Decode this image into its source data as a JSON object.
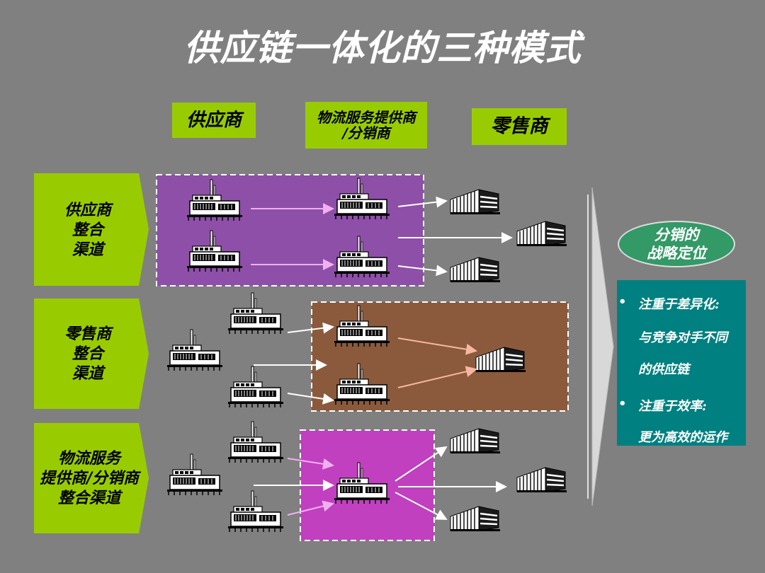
{
  "title": "供应链一体化的三种模式",
  "columns": {
    "supplier": "供应商",
    "logistics_line1": "物流服务提供商",
    "logistics_line2": "/分销商",
    "retailer": "零售商"
  },
  "rows": [
    {
      "label": "供应商\n整合\n渠道"
    },
    {
      "label": "零售商\n整合\n渠道"
    },
    {
      "label": "物流服务\n提供商/分销商\n整合渠道"
    }
  ],
  "strategy": {
    "title": "分销的\n战略定位",
    "points": [
      {
        "bullet": "•",
        "text": "注重于差异化:"
      },
      {
        "bullet": "",
        "text": "与竞争对手不同"
      },
      {
        "bullet": "",
        "text": "的供应链"
      },
      {
        "bullet": "•",
        "text": "注重于效率:"
      },
      {
        "bullet": "",
        "text": "更为高效的运作"
      }
    ]
  },
  "icons": {
    "factory": "factory-icon",
    "store": "store-icon"
  },
  "colors": {
    "background": "#808080",
    "label_green": "#99cc00",
    "region_purple": "#8e4fa8",
    "region_brown": "#8b5a3c",
    "region_magenta": "#c040c0",
    "pill_green": "#339966",
    "info_teal": "#008080"
  }
}
